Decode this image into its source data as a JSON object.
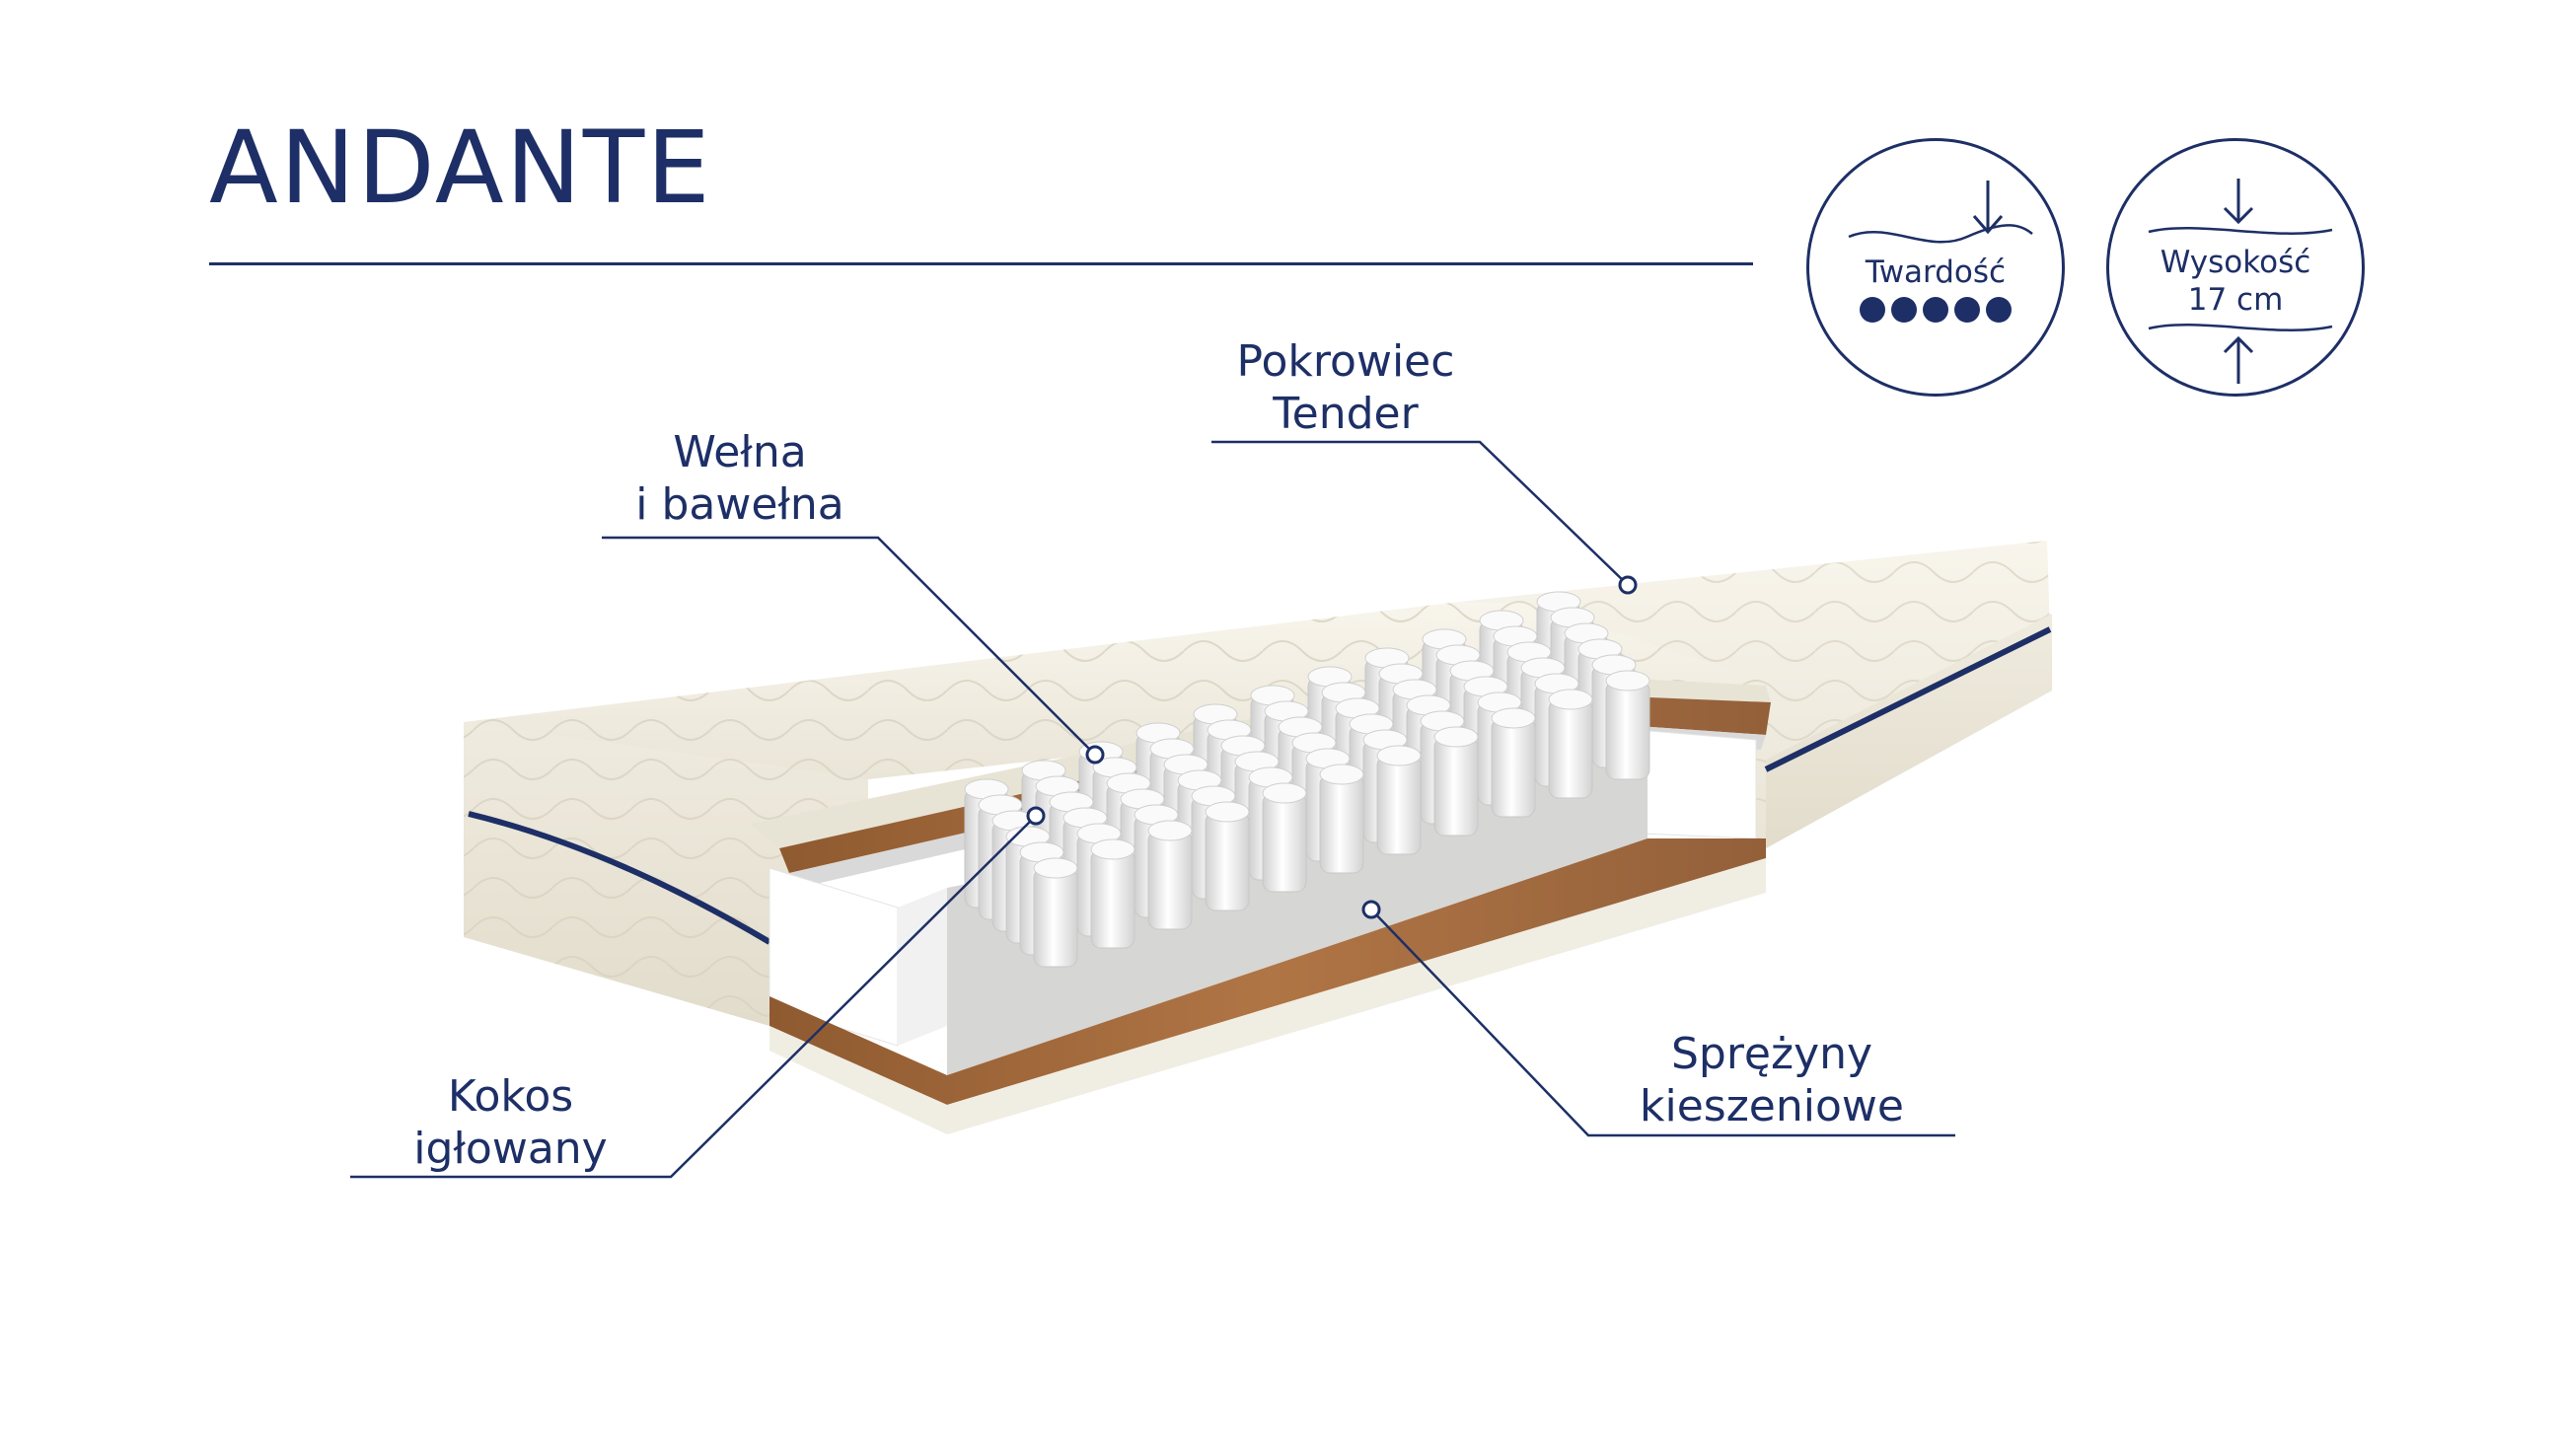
{
  "title": "ANDANTE",
  "labels": {
    "cover": [
      "Pokrowiec",
      "Tender"
    ],
    "wool": [
      "Wełna",
      "i bawełna"
    ],
    "coconut": [
      "Kokos",
      "igłowany"
    ],
    "springs": [
      "Sprężyny",
      "kieszeniowe"
    ]
  },
  "badges": {
    "firmness": {
      "label": "Twardość",
      "level": 5,
      "max": 5
    },
    "height": {
      "label": "Wysokość",
      "value": "17 cm"
    }
  },
  "colors": {
    "navy": "#1d2f66",
    "cover": "#f1ede2",
    "coconut": "#a3683a",
    "foam": "#ffffff",
    "felt": "#d7d7d5"
  }
}
